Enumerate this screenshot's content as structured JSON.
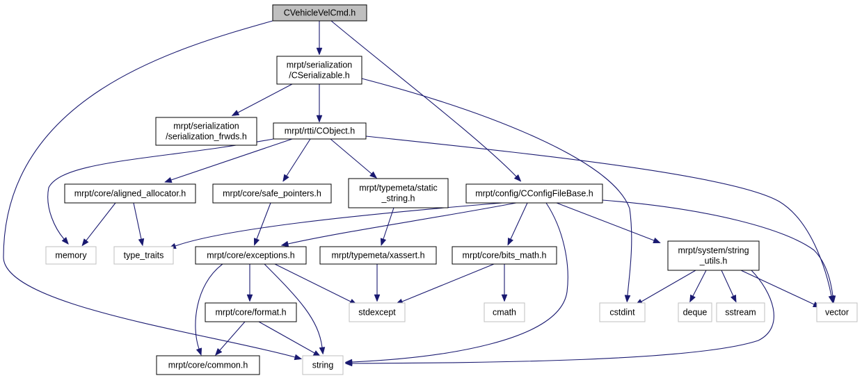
{
  "colors": {
    "edge": "#191970",
    "root_fill": "#bfbfbf",
    "header_border": "#000000",
    "system_border": "#bfbfbf",
    "fill": "#ffffff"
  },
  "nodes": [
    {
      "id": "root",
      "lines": [
        "CVehicleVelCmd.h"
      ],
      "kind": "root"
    },
    {
      "id": "serializable",
      "lines": [
        "mrpt/serialization",
        "/CSerializable.h"
      ],
      "kind": "header"
    },
    {
      "id": "frwds",
      "lines": [
        "mrpt/serialization",
        "/serialization_frwds.h"
      ],
      "kind": "header"
    },
    {
      "id": "cobject",
      "lines": [
        "mrpt/rtti/CObject.h"
      ],
      "kind": "header"
    },
    {
      "id": "aligned",
      "lines": [
        "mrpt/core/aligned_allocator.h"
      ],
      "kind": "header"
    },
    {
      "id": "safeptr",
      "lines": [
        "mrpt/core/safe_pointers.h"
      ],
      "kind": "header"
    },
    {
      "id": "staticstr",
      "lines": [
        "mrpt/typemeta/static",
        "_string.h"
      ],
      "kind": "header"
    },
    {
      "id": "configfile",
      "lines": [
        "mrpt/config/CConfigFileBase.h"
      ],
      "kind": "header"
    },
    {
      "id": "memory",
      "lines": [
        "memory"
      ],
      "kind": "system"
    },
    {
      "id": "type_traits",
      "lines": [
        "type_traits"
      ],
      "kind": "system"
    },
    {
      "id": "exceptions",
      "lines": [
        "mrpt/core/exceptions.h"
      ],
      "kind": "header"
    },
    {
      "id": "xassert",
      "lines": [
        "mrpt/typemeta/xassert.h"
      ],
      "kind": "header"
    },
    {
      "id": "bitsmath",
      "lines": [
        "mrpt/core/bits_math.h"
      ],
      "kind": "header"
    },
    {
      "id": "stringutils",
      "lines": [
        "mrpt/system/string",
        "_utils.h"
      ],
      "kind": "header"
    },
    {
      "id": "format",
      "lines": [
        "mrpt/core/format.h"
      ],
      "kind": "header"
    },
    {
      "id": "stdexcept",
      "lines": [
        "stdexcept"
      ],
      "kind": "system"
    },
    {
      "id": "cmath",
      "lines": [
        "cmath"
      ],
      "kind": "system"
    },
    {
      "id": "cstdint",
      "lines": [
        "cstdint"
      ],
      "kind": "system"
    },
    {
      "id": "deque",
      "lines": [
        "deque"
      ],
      "kind": "system"
    },
    {
      "id": "sstream",
      "lines": [
        "sstream"
      ],
      "kind": "system"
    },
    {
      "id": "vector",
      "lines": [
        "vector"
      ],
      "kind": "system"
    },
    {
      "id": "common",
      "lines": [
        "mrpt/core/common.h"
      ],
      "kind": "header"
    },
    {
      "id": "string",
      "lines": [
        "string"
      ],
      "kind": "system"
    }
  ],
  "edges": [
    [
      "root",
      "serializable"
    ],
    [
      "root",
      "configfile"
    ],
    [
      "root",
      "string"
    ],
    [
      "serializable",
      "frwds"
    ],
    [
      "serializable",
      "cobject"
    ],
    [
      "serializable",
      "cstdint"
    ],
    [
      "cobject",
      "memory"
    ],
    [
      "cobject",
      "aligned"
    ],
    [
      "cobject",
      "safeptr"
    ],
    [
      "cobject",
      "staticstr"
    ],
    [
      "cobject",
      "vector"
    ],
    [
      "aligned",
      "memory"
    ],
    [
      "aligned",
      "type_traits"
    ],
    [
      "safeptr",
      "exceptions"
    ],
    [
      "staticstr",
      "xassert"
    ],
    [
      "configfile",
      "type_traits"
    ],
    [
      "configfile",
      "exceptions"
    ],
    [
      "configfile",
      "bitsmath"
    ],
    [
      "configfile",
      "stringutils"
    ],
    [
      "configfile",
      "vector"
    ],
    [
      "configfile",
      "string"
    ],
    [
      "exceptions",
      "format"
    ],
    [
      "exceptions",
      "stdexcept"
    ],
    [
      "exceptions",
      "common"
    ],
    [
      "exceptions",
      "string"
    ],
    [
      "xassert",
      "stdexcept"
    ],
    [
      "bitsmath",
      "stdexcept"
    ],
    [
      "bitsmath",
      "cmath"
    ],
    [
      "stringutils",
      "cstdint"
    ],
    [
      "stringutils",
      "deque"
    ],
    [
      "stringutils",
      "sstream"
    ],
    [
      "stringutils",
      "vector"
    ],
    [
      "stringutils",
      "string"
    ],
    [
      "format",
      "common"
    ],
    [
      "format",
      "string"
    ]
  ]
}
